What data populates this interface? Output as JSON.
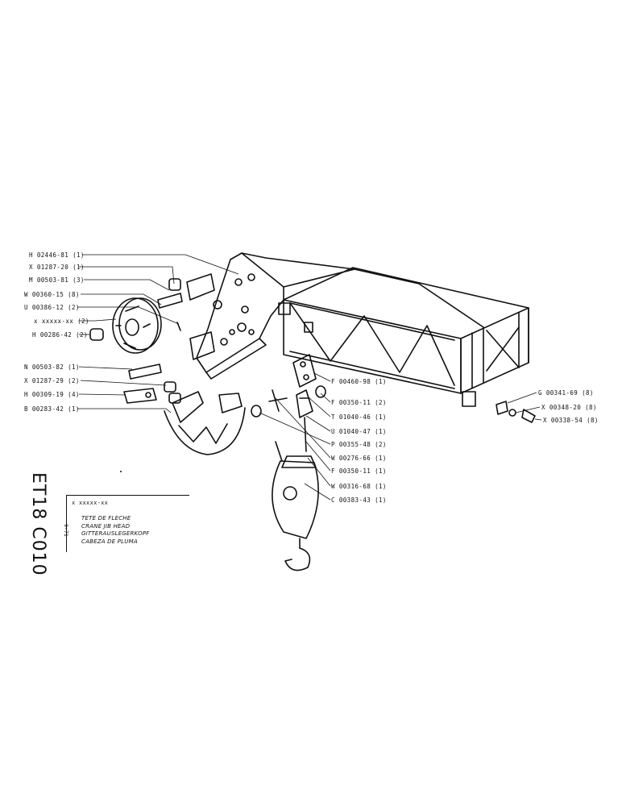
{
  "labels_left": [
    "H 02446-81 (1)",
    "X 01287-20 (1)",
    "M 00503-81 (3)",
    "W 00360-15 (8)",
    "U 00386-12 (2)",
    "x xxxxx-xx (2)",
    "H 00286-42 (2)",
    "N 00503-82 (1)",
    "X 01287-29 (2)",
    "H 00309-19 (4)",
    "B 00283-42 (1)"
  ],
  "labels_center": [
    "F 00460-98 (1)",
    "F 00350-11 (2)",
    "T 01040-46 (1)",
    "U 01040-47 (1)",
    "P 00355-48 (2)",
    "W 00276-66 (1)",
    "F 00350-11 (1)",
    "W 00316-68 (1)",
    "C 00383-43 (1)"
  ],
  "labels_right": [
    "G 00341-69 (8)",
    "X 00348-20 (8)",
    "X 00338-54 (8)"
  ],
  "sheet_code": "ET18 C010",
  "title_block": {
    "code": "x xxxxx-xx",
    "lines": [
      "TETE DE FLECHE",
      "CRANE JIB HEAD",
      "GITTERAUSLEGERKOPF",
      "CABEZA DE PLUMA"
    ],
    "issue": "9-71"
  }
}
